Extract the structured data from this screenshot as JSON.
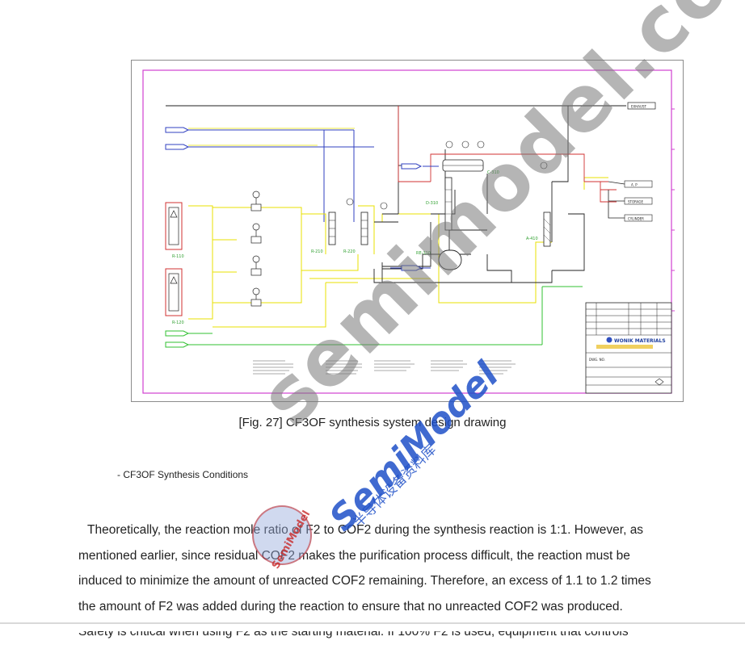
{
  "figure": {
    "caption": "[Fig. 27] CF3OF synthesis system design drawing",
    "title_block": {
      "company": "WONIK MATERIALS",
      "dwg_no_label": "DWG. NO."
    },
    "equipment_tags": [
      "R-110",
      "R-120",
      "R-210",
      "R-220",
      "C-310",
      "D-310",
      "RE-310",
      "A-410"
    ],
    "outlet_labels": [
      "EXHAUST",
      "STORAGE",
      "CYLINDER",
      "A. P"
    ]
  },
  "document": {
    "section_heading": "- CF3OF Synthesis Conditions",
    "paragraph_lines": [
      "Theoretically, the reaction mole ratio of F2 to COF2 during the synthesis reaction is 1:1. However, as",
      "mentioned earlier, since residual COF2 makes the purification process difficult, the reaction must be",
      "induced to minimize the amount of unreacted COF2 remaining. Therefore, an excess of 1.1 to 1.2 times",
      "the amount of F2 was added during the reaction to ensure that no unreacted COF2 was produced.",
      "Safety is critical when using F2 as the starting material. If 100% F2 is used, equipment that controls"
    ]
  },
  "watermark": {
    "site": "semimodel.com",
    "brand": "SemiModel",
    "brand_cn": "半导体设备资料库",
    "logo_text": "SemiModel"
  },
  "colors": {
    "frame_magenta": "#d040d0",
    "pipe_yellow": "#e8e000",
    "pipe_blue": "#3040c0",
    "pipe_red": "#d03030",
    "pipe_green": "#30c030",
    "pipe_black": "#222222"
  }
}
